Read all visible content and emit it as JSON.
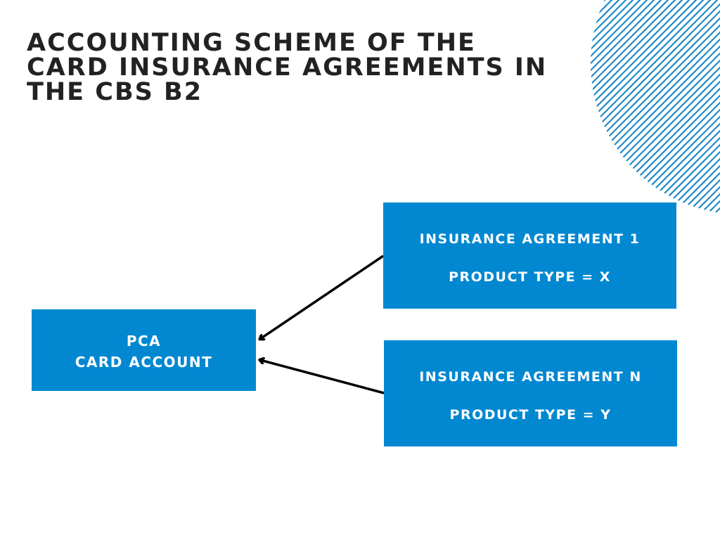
{
  "title": "ACCOUNTING SCHEME OF THE\nCARD INSURANCE AGREEMENTS IN\nTHE CBS B2",
  "colors": {
    "title": "#222222",
    "box_fill": "#0288D1",
    "box_text": "#FFFFFF",
    "arrow": "#000000",
    "decor_lines": "#1E88C8"
  },
  "diagram": {
    "nodes": [
      {
        "id": "pca",
        "lines": [
          "PCA",
          "CARD ACCOUNT"
        ]
      },
      {
        "id": "agreement-1",
        "lines": [
          "INSURANCE AGREEMENT 1",
          "PRODUCT TYPE = X"
        ]
      },
      {
        "id": "agreement-n",
        "lines": [
          "INSURANCE AGREEMENT N",
          "PRODUCT TYPE = Y"
        ]
      }
    ],
    "edges": [
      {
        "from": "agreement-1",
        "to": "pca"
      },
      {
        "from": "agreement-n",
        "to": "pca"
      }
    ]
  },
  "decoration": {
    "shape": "hatched-circle-quadrant"
  }
}
